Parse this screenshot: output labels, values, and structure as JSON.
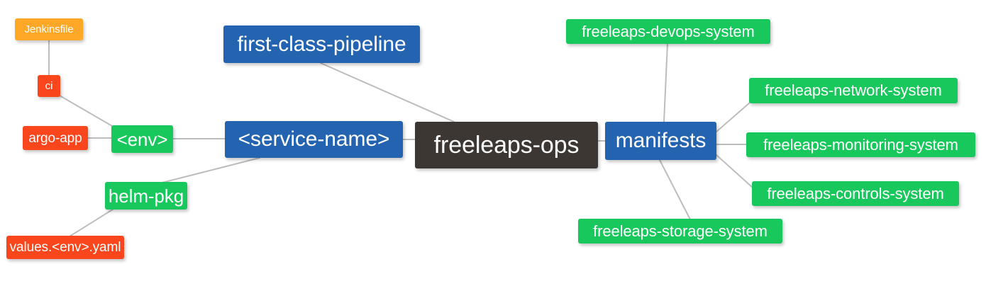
{
  "diagram": {
    "title": "freeleaps-ops repository mindmap",
    "background": "#ffffff",
    "edge_color": "#bdbdbd",
    "palette": {
      "root": "#3c3732",
      "blue": "#2463b0",
      "green": "#19c85c",
      "red": "#f9461c",
      "orange": "#ffa726"
    },
    "nodes": {
      "root": {
        "label": "freeleaps-ops",
        "color": "root"
      },
      "service_name": {
        "label": "<service-name>",
        "color": "blue"
      },
      "first_class_pipeline": {
        "label": "first-class-pipeline",
        "color": "blue"
      },
      "manifests": {
        "label": "manifests",
        "color": "blue"
      },
      "env": {
        "label": "<env>",
        "color": "green"
      },
      "helm_pkg": {
        "label": "helm-pkg",
        "color": "green"
      },
      "ci": {
        "label": "ci",
        "color": "red"
      },
      "argo_app": {
        "label": "argo-app",
        "color": "red"
      },
      "values_yaml": {
        "label": "values.<env>.yaml",
        "color": "red"
      },
      "jenkinsfile": {
        "label": "Jenkinsfile",
        "color": "orange"
      },
      "devops_system": {
        "label": "freeleaps-devops-system",
        "color": "green"
      },
      "network_system": {
        "label": "freeleaps-network-system",
        "color": "green"
      },
      "monitoring_system": {
        "label": "freeleaps-monitoring-system",
        "color": "green"
      },
      "controls_system": {
        "label": "freeleaps-controls-system",
        "color": "green"
      },
      "storage_system": {
        "label": "freeleaps-storage-system",
        "color": "green"
      }
    },
    "edges": [
      {
        "from": "root",
        "to": "service_name"
      },
      {
        "from": "root",
        "to": "manifests"
      },
      {
        "from": "root",
        "to": "first_class_pipeline"
      },
      {
        "from": "service_name",
        "to": "env"
      },
      {
        "from": "service_name",
        "to": "helm_pkg"
      },
      {
        "from": "env",
        "to": "ci"
      },
      {
        "from": "env",
        "to": "argo_app"
      },
      {
        "from": "ci",
        "to": "jenkinsfile"
      },
      {
        "from": "helm_pkg",
        "to": "values_yaml"
      },
      {
        "from": "manifests",
        "to": "devops_system"
      },
      {
        "from": "manifests",
        "to": "network_system"
      },
      {
        "from": "manifests",
        "to": "monitoring_system"
      },
      {
        "from": "manifests",
        "to": "controls_system"
      },
      {
        "from": "manifests",
        "to": "storage_system"
      }
    ]
  }
}
